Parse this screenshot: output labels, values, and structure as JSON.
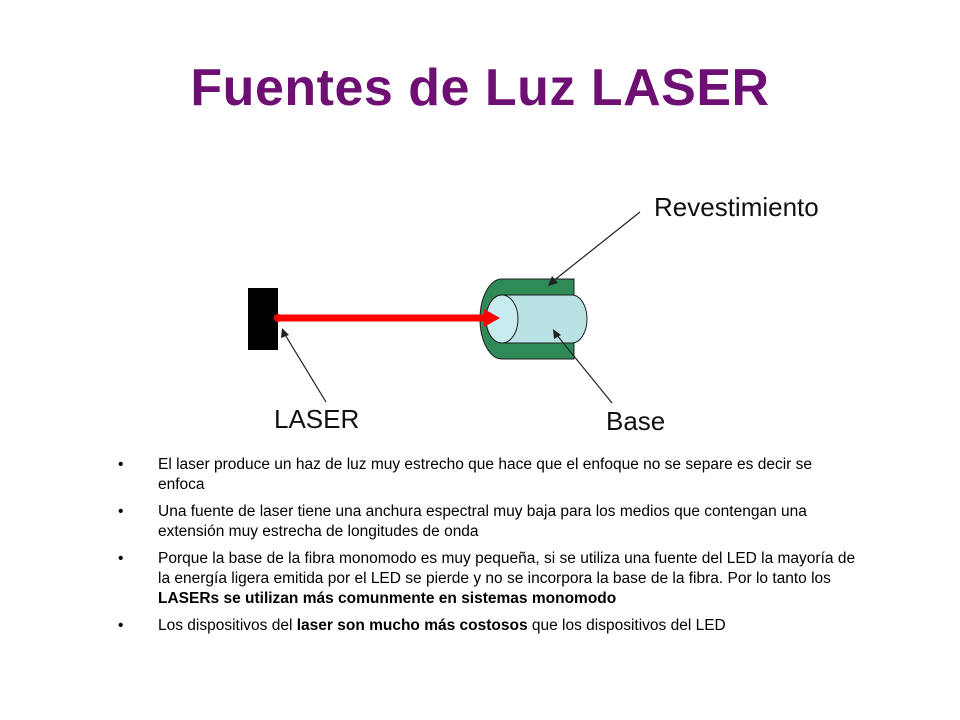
{
  "slide": {
    "title": "Fuentes de Luz LASER",
    "labels": {
      "revestimiento": "Revestimiento",
      "laser": "LASER",
      "base": "Base"
    },
    "bullet_marker": "•",
    "bullets": [
      {
        "parts": [
          {
            "text": "El laser produce un haz de luz muy estrecho que hace que el enfoque no se separe es decir se enfoca",
            "bold": false
          }
        ]
      },
      {
        "parts": [
          {
            "text": "Una fuente de laser tiene una anchura espectral muy baja para los medios que contengan una extensión muy estrecha de longitudes de onda",
            "bold": false
          }
        ]
      },
      {
        "parts": [
          {
            "text": "Porque la base de la fibra monomodo es muy pequeña, si se utiliza una fuente del LED la mayoría de la energía ligera emitida por el LED se pierde y no se incorpora la base de la fibra. Por lo tanto los ",
            "bold": false
          },
          {
            "text": "LASERs se utilizan más comunmente en sistemas monomodo",
            "bold": true
          }
        ]
      },
      {
        "parts": [
          {
            "text": "Los dispositivos del ",
            "bold": false
          },
          {
            "text": "laser son mucho más costosos",
            "bold": true
          },
          {
            "text": " que los dispositivos del LED",
            "bold": false
          }
        ]
      }
    ]
  },
  "colors": {
    "title": "#6e0f74",
    "laser_block": "#000000",
    "beam": "#ff0000",
    "cladding": "#2e8b57",
    "core": "#b9e2e5"
  }
}
